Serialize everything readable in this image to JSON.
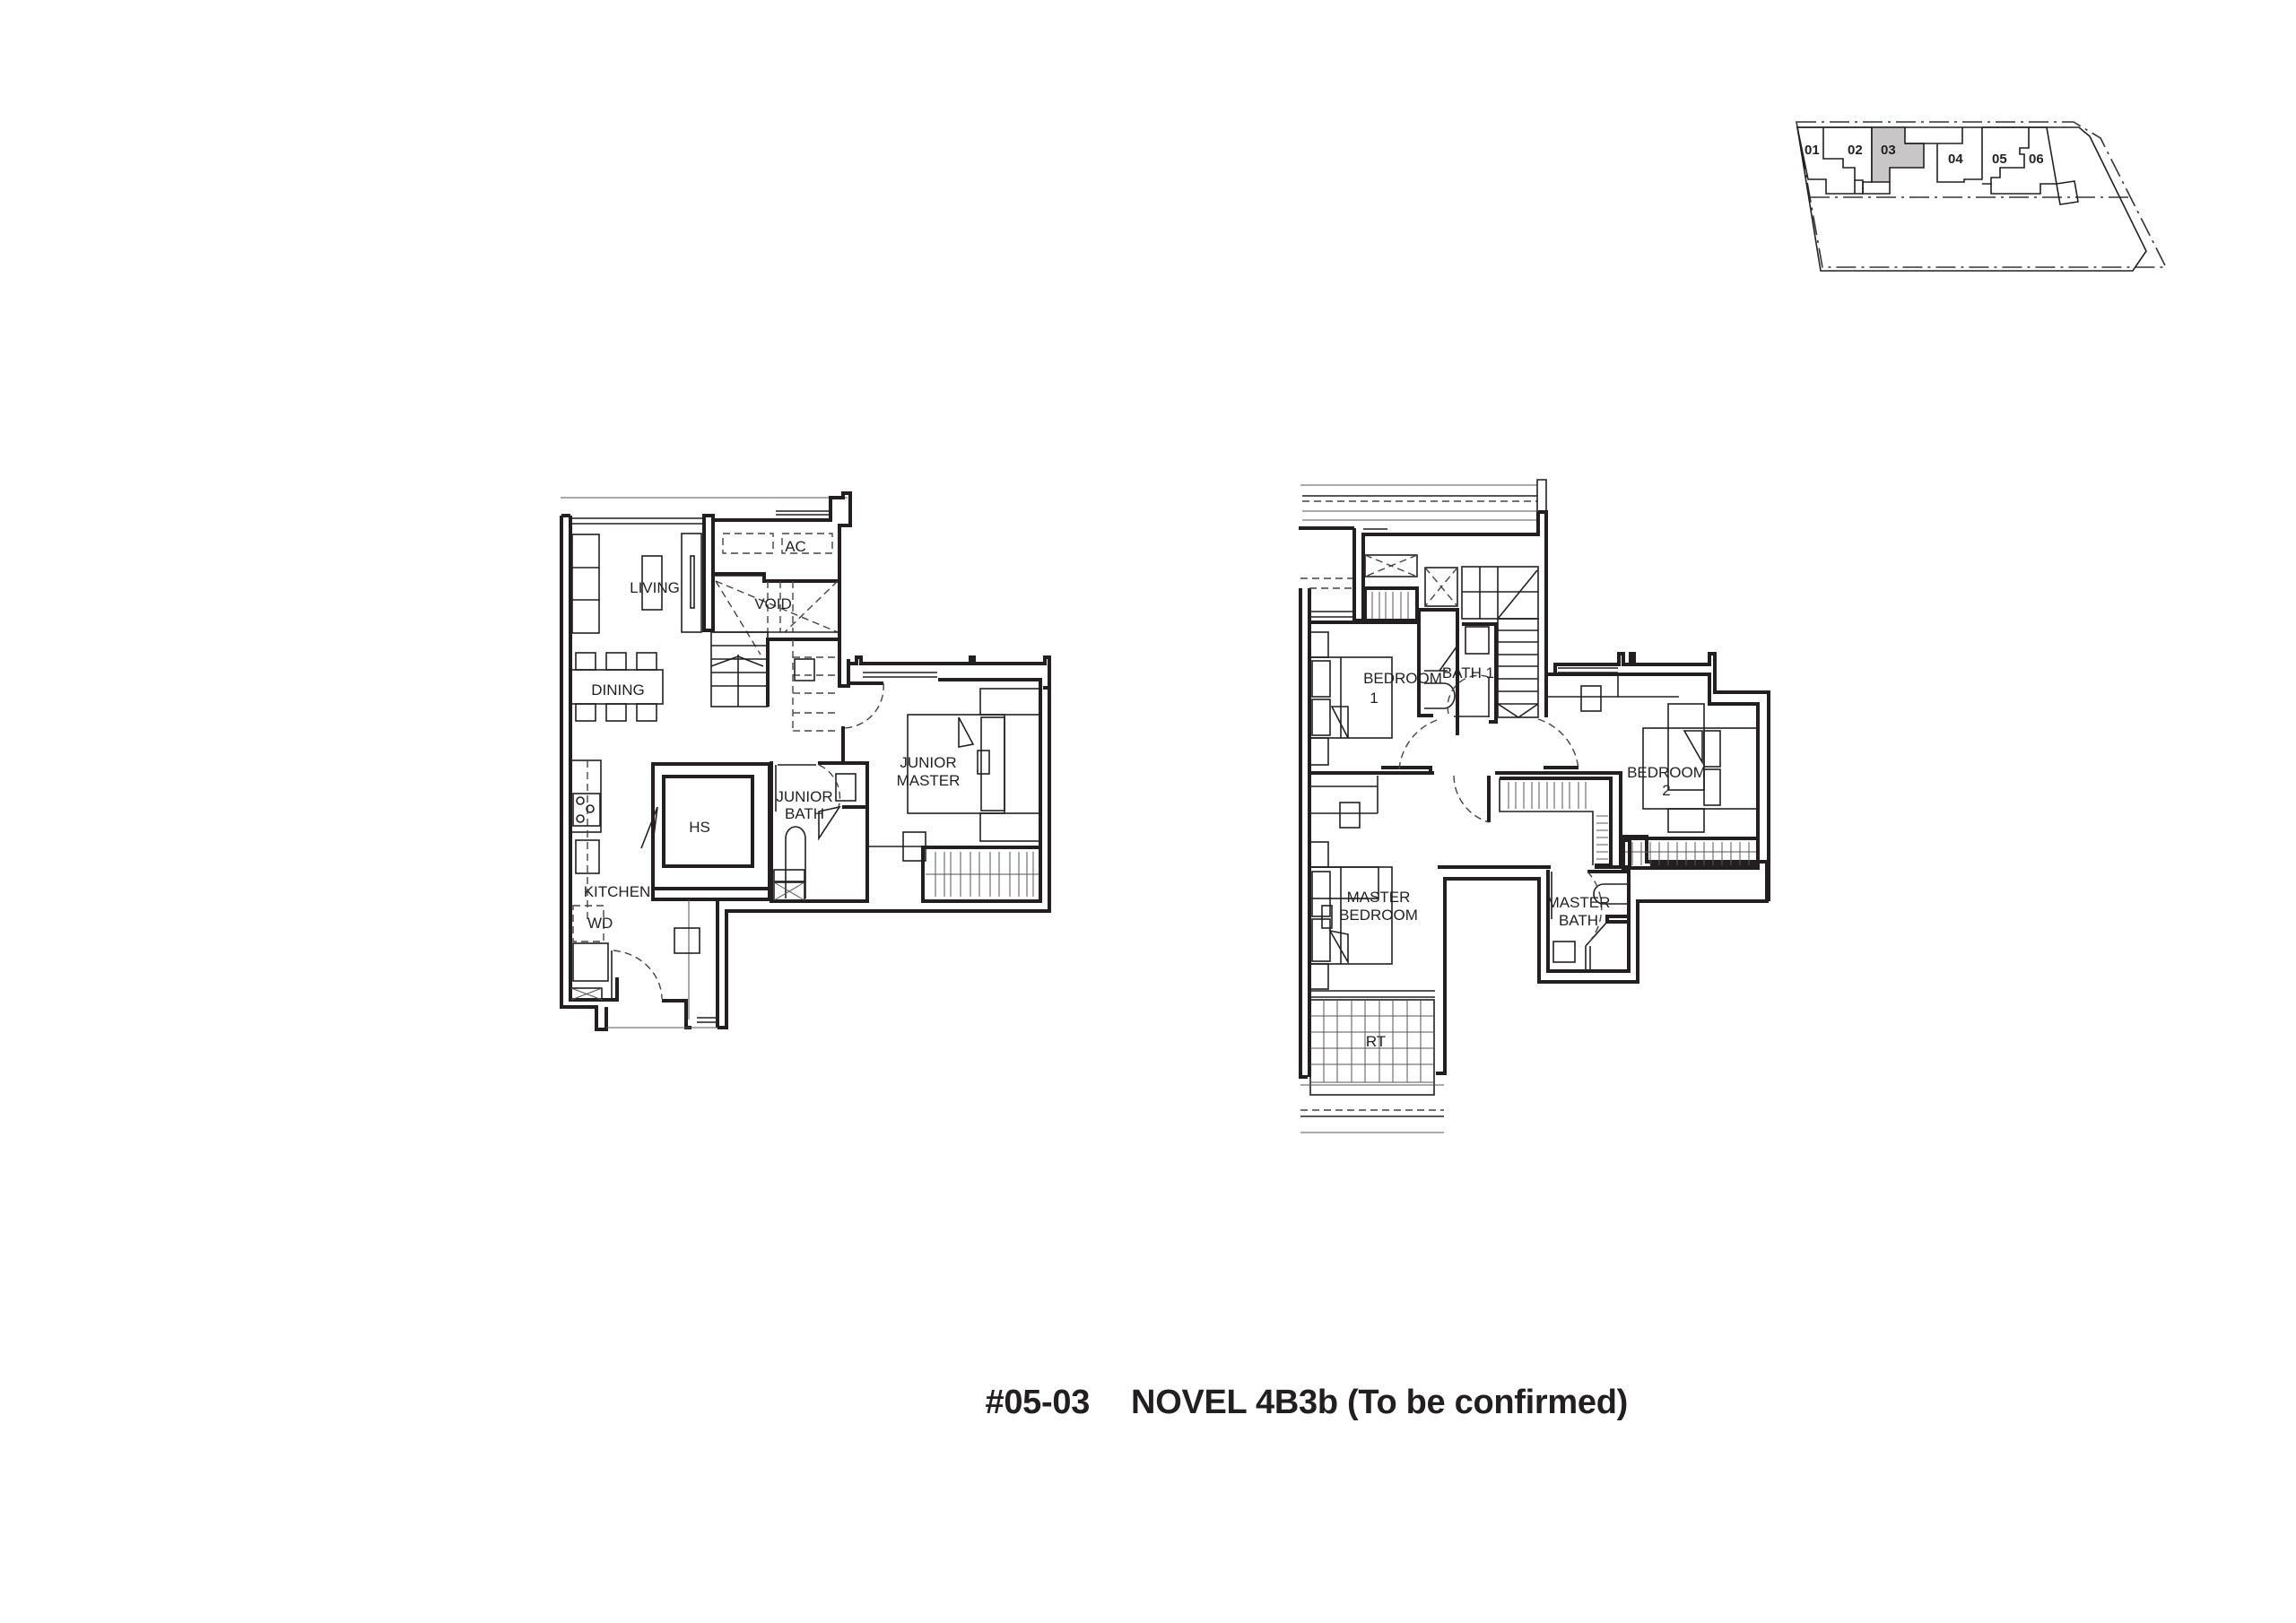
{
  "key_plan": {
    "units": [
      "01",
      "02",
      "03",
      "04",
      "05",
      "06"
    ],
    "highlighted_unit": "03",
    "highlight_color": "#c8c6c6"
  },
  "lower_floor": {
    "rooms": {
      "living": "LIVING",
      "dining": "DINING",
      "ac": "AC",
      "void": "VOID",
      "hs": "HS",
      "junior_bath_1": "JUNIOR",
      "junior_bath_2": "BATH",
      "junior_master_1": "JUNIOR",
      "junior_master_2": "MASTER",
      "kitchen": "KITCHEN",
      "wd": "WD"
    }
  },
  "upper_floor": {
    "rooms": {
      "bedroom1_1": "BEDROOM",
      "bedroom1_2": "1",
      "bath1": "BATH 1",
      "bedroom2_1": "BEDROOM",
      "bedroom2_2": "2",
      "master_bedroom_1": "MASTER",
      "master_bedroom_2": "BEDROOM",
      "master_bath_1": "MASTER",
      "master_bath_2": "BATH",
      "rt": "RT"
    }
  },
  "caption": {
    "unit_number": "#05-03",
    "unit_type": "NOVEL 4B3b (To be confirmed)"
  },
  "colors": {
    "line": "#231f20",
    "background": "#ffffff"
  }
}
